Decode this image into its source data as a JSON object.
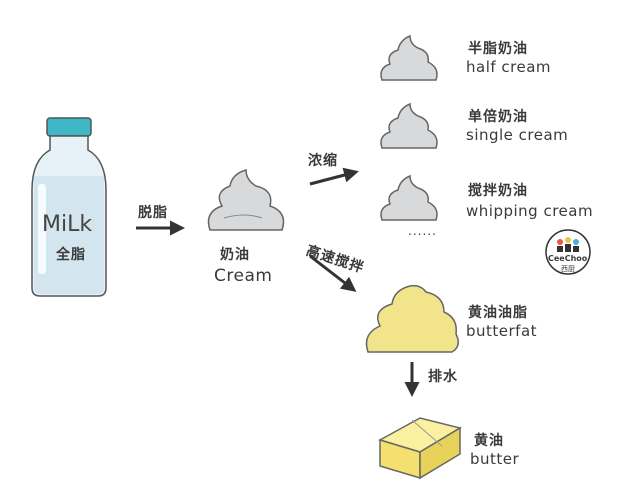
{
  "milk": {
    "brand": "MiLk",
    "sub": "全脂"
  },
  "steps": {
    "skim": "脱脂",
    "concentrate": "浓缩",
    "whip": "高速搅拌",
    "drain": "排水"
  },
  "cream": {
    "zh": "奶油",
    "en": "Cream"
  },
  "creams": [
    {
      "zh": "半脂奶油",
      "en": "half cream"
    },
    {
      "zh": "单倍奶油",
      "en": "single cream"
    },
    {
      "zh": "搅拌奶油",
      "en": "whipping cream"
    }
  ],
  "more": "......",
  "butterfat": {
    "zh": "黄油油脂",
    "en": "butterfat"
  },
  "butter": {
    "zh": "黄油",
    "en": "butter"
  },
  "logo": {
    "text": "CeeChoo",
    "sub": "西厨"
  },
  "colors": {
    "milk_cap": "#3fb8c6",
    "milk_bottle": "#dcecf4",
    "cream": "#d7d9db",
    "butterfat": "#f1e48a",
    "butter": "#f6e574",
    "arrow": "#333333"
  }
}
